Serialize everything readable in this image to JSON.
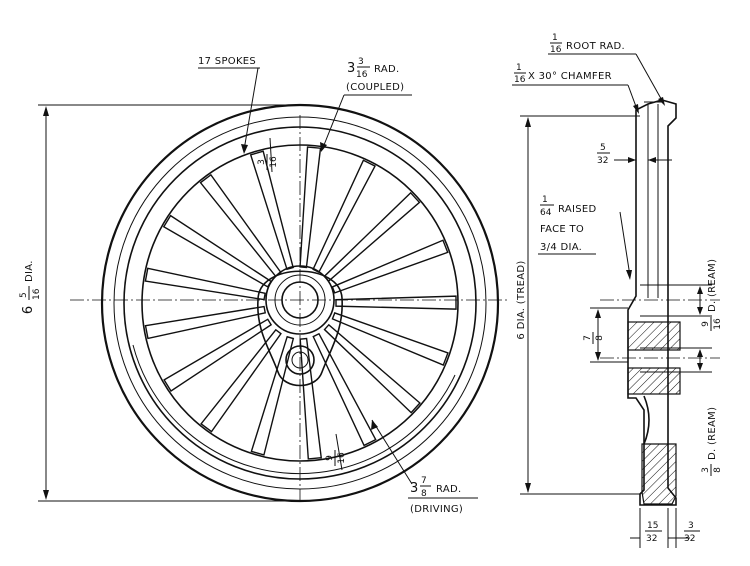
{
  "front_view": {
    "spokes_label": "17 SPOKES",
    "coupled_rad": {
      "whole": "3",
      "num": "3",
      "den": "16",
      "unit": "RAD.",
      "note": "(COUPLED)"
    },
    "driving_rad": {
      "whole": "3",
      "num": "7",
      "den": "8",
      "unit": "RAD.",
      "note": "(DRIVING)"
    },
    "overall_dia": {
      "whole": "6",
      "num": "5",
      "den": "16",
      "unit": "DIA."
    },
    "spoke_width_top": {
      "num": "3",
      "den": "16"
    },
    "spoke_width_bottom": {
      "num": "9",
      "den": "16"
    },
    "spoke_count": 17
  },
  "side_view": {
    "root_rad": {
      "num": "1",
      "den": "16",
      "text": "ROOT RAD."
    },
    "chamfer": {
      "num": "1",
      "den": "16",
      "text": "X 30° CHAMFER"
    },
    "flange_dim": {
      "num": "5",
      "den": "32"
    },
    "raised_face": {
      "num": "1",
      "den": "64",
      "line1": "RAISED",
      "line2": "FACE TO",
      "line3": "3/4 DIA."
    },
    "tread_dia": "6 DIA. (TREAD)",
    "boss_dim": {
      "num": "7",
      "den": "8"
    },
    "ream_top": {
      "num": "9",
      "den": "16",
      "text": "D. (REAM)"
    },
    "ream_bottom": {
      "num": "3",
      "den": "8",
      "text": "D. (REAM)"
    },
    "width_bottom_left": {
      "num": "15",
      "den": "32"
    },
    "width_bottom_right": {
      "num": "3",
      "den": "32"
    }
  }
}
